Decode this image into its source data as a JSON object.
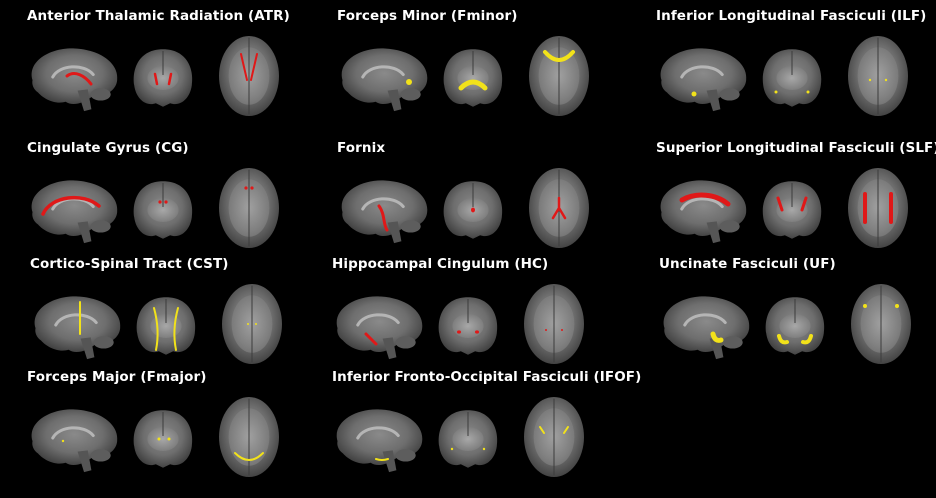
{
  "colors": {
    "background": "#000000",
    "text": "#ffffff",
    "red": "#e01818",
    "yellow": "#f2e21a"
  },
  "panels": [
    {
      "title": "Anterior Thalamic Radiation (ATR)",
      "color": "red",
      "tract": "atr"
    },
    {
      "title": "Forceps Minor (Fminor)",
      "color": "yellow",
      "tract": "fminor"
    },
    {
      "title": "Inferior Longitudinal Fasciculi (ILF)",
      "color": "yellow",
      "tract": "ilf"
    },
    {
      "title": "Cingulate Gyrus (CG)",
      "color": "red",
      "tract": "cg"
    },
    {
      "title": "Fornix",
      "color": "red",
      "tract": "fornix"
    },
    {
      "title": "Superior Longitudinal Fasciculi (SLF)",
      "color": "red",
      "tract": "slf"
    },
    {
      "title": "Cortico-Spinal Tract (CST)",
      "color": "yellow",
      "tract": "cst"
    },
    {
      "title": "Hippocampal Cingulum (HC)",
      "color": "red",
      "tract": "hc"
    },
    {
      "title": "Uncinate Fasciculi (UF)",
      "color": "yellow",
      "tract": "uf"
    },
    {
      "title": "Forceps Major (Fmajor)",
      "color": "yellow",
      "tract": "fmajor"
    },
    {
      "title": "Inferior Fronto-Occipital Fasciculi (IFOF)",
      "color": "yellow",
      "tract": "ifof"
    }
  ]
}
